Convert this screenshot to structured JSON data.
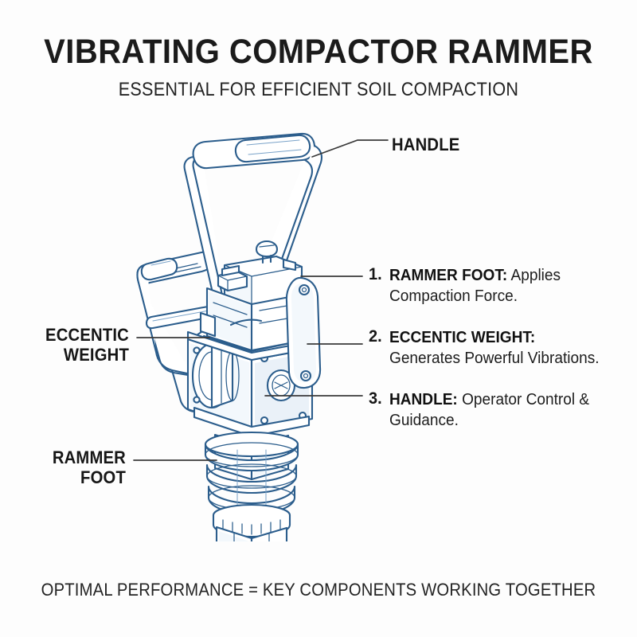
{
  "header": {
    "title": "VIBRATING COMPACTOR RAMMER",
    "subtitle": "ESSENTIAL FOR EFFICIENT SOIL COMPACTION"
  },
  "footer": {
    "text": "OPTIMAL PERFORMANCE = KEY COMPONENTS WORKING TOGETHER"
  },
  "callouts": {
    "handle": "HANDLE",
    "eccentic_weight_line1": "ECCENTIC",
    "eccentic_weight_line2": "WEIGHT",
    "rammer_foot_line1": "RAMMER",
    "rammer_foot_line2": "FOOT"
  },
  "list": {
    "items": [
      {
        "number": "1.",
        "term": "RAMMER FOOT:",
        "description": " Applies Compaction Force."
      },
      {
        "number": "2.",
        "term": "ECCENTIC WEIGHT:",
        "description": " Generates Powerful Vibrations."
      },
      {
        "number": "3.",
        "term": "HANDLE:",
        "description": " Operator Control & Guidance."
      }
    ]
  },
  "illustration": {
    "alt": "technical line drawing of a vibrating compactor rammer (jumping jack tamper)",
    "parts": [
      "upper-handle-loop",
      "secondary-handle-loop",
      "fuel-tank",
      "engine-block",
      "eccentric-weight-housing",
      "bellows",
      "lower-shaft",
      "rammer-foot-plate"
    ]
  },
  "colors": {
    "background": "#fdfdfd",
    "text": "#1b1b1b",
    "line_art_stroke": "#2b5d8c",
    "line_art_light": "#6d9ac4",
    "line_art_fill": "#ffffff",
    "line_art_shade": "#e8f0f7",
    "leader_line": "#3a3a3a"
  }
}
